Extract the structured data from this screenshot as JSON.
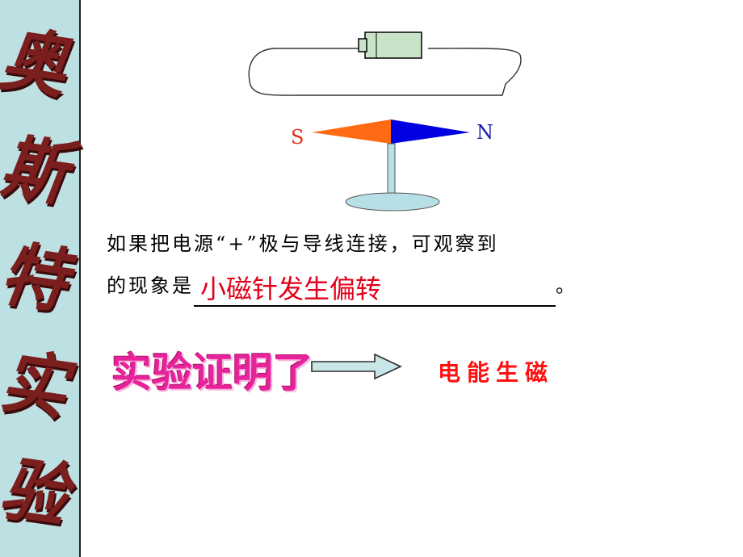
{
  "sidebar": {
    "title_chars": [
      "奥",
      "斯",
      "特",
      "实",
      "验"
    ]
  },
  "diagram": {
    "pole_south": "S",
    "pole_north": "N"
  },
  "question": {
    "line1": "如果把电源“+”极与导线连接，可观察到",
    "line2_prefix": "的现象是",
    "answer": "小磁针发生偏转",
    "line2_suffix": "。"
  },
  "conclusion": {
    "label": "实验证明了",
    "text": "电能生磁"
  },
  "colors": {
    "sidebar_bg": "#bde0e3",
    "sidebar_text": "#7a1e1e",
    "needle_south": "#ff6a13",
    "needle_north": "#0000e0",
    "answer": "#e2001a",
    "conclusion_label": "#e6239b",
    "conclusion_text": "#ff1010",
    "stand": "#b7dfe6"
  }
}
